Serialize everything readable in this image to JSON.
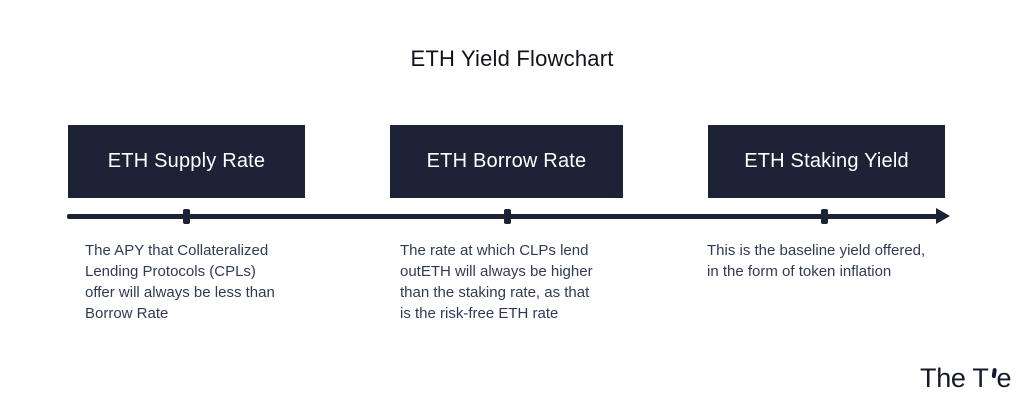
{
  "title": "ETH Yield Flowchart",
  "colors": {
    "background": "#ffffff",
    "node_fill": "#1c2337",
    "node_text": "#ffffff",
    "timeline": "#1c2337",
    "description_text": "#313a55",
    "title_text": "#10131c",
    "logo_text": "#141a2c"
  },
  "stages": [
    {
      "label": "ETH Supply Rate",
      "description": "The APY that Collateralized\nLending Protocols (CPLs)\noffer will always be less than\nBorrow Rate"
    },
    {
      "label": "ETH Borrow Rate",
      "description": "The rate at which CLPs lend\noutETH will always be higher\nthan the staking rate, as that\nis the risk-free ETH rate"
    },
    {
      "label": "ETH Staking Yield",
      "description": "This is the baseline yield offered,\nin the form of token inflation"
    }
  ],
  "logo": {
    "name": "The Tie",
    "text_before": "The T",
    "text_after": "e"
  }
}
